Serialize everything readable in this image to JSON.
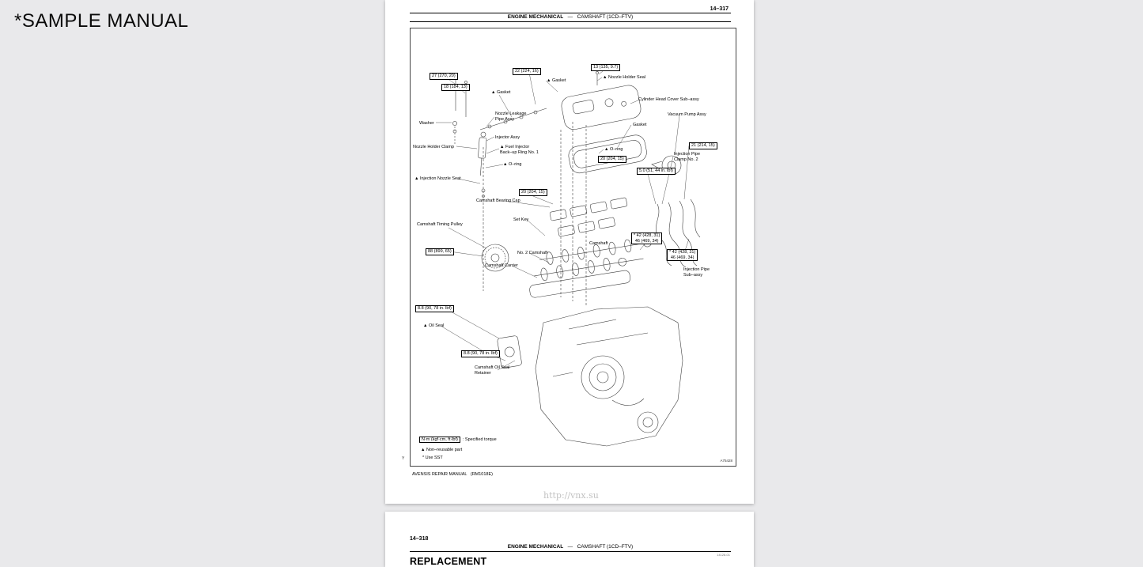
{
  "banner": "*SAMPLE MANUAL",
  "watermark": "http://vnx.su",
  "page1": {
    "page_number": "14–317",
    "header": {
      "section": "ENGINE MECHANICAL",
      "sep": "—",
      "topic": "CAMSHAFT (1CD–FTV)"
    },
    "labels": [
      {
        "text": "27 (270, 20)"
      },
      {
        "text": "18 (184, 13)"
      },
      {
        "text": "22 (224, 16)"
      },
      {
        "text": "13 (135, 9.7)"
      },
      {
        "text": "▲ Nozzle Holder Seal"
      },
      {
        "text": "▲ Gasket"
      },
      {
        "text": "▲ Gasket"
      },
      {
        "text": "Cylinder Head Cover Sub–assy"
      },
      {
        "text": "Vacuum Pump Assy"
      },
      {
        "text": "Nozzle Leakage\nPipe Assy"
      },
      {
        "text": "Gasket"
      },
      {
        "text": "Washer"
      },
      {
        "text": "Injector Assy"
      },
      {
        "text": "▲ Fuel Injector\nBack–up Ring No. 1"
      },
      {
        "text": "Nozzle Holder Clamp"
      },
      {
        "text": "▲ O–ring"
      },
      {
        "text": "20 (204, 15)"
      },
      {
        "text": "21 (214, 15)"
      },
      {
        "text": "Injection Pipe\nClamp No. 2"
      },
      {
        "text": "5.0 (51, 44 in. lbf)"
      },
      {
        "text": "▲ O–ring"
      },
      {
        "text": "▲ Injection Nozzle Seat"
      },
      {
        "text": "20 (204, 15)"
      },
      {
        "text": "Camshaft Bearing Cap"
      },
      {
        "text": "Set Key"
      },
      {
        "text": "Camshaft Timing Pulley"
      },
      {
        "text": "Camshaft"
      },
      {
        "text": "* 42 (428, 31)\n46 (469, 34)"
      },
      {
        "text": "88 (899, 65)"
      },
      {
        "text": "No. 2 Camshaft"
      },
      {
        "text": "* 42 (428, 31)\n46 (469, 34)"
      },
      {
        "text": "Camshaft Carrier"
      },
      {
        "text": "Injection Pipe\nSub–assy"
      },
      {
        "text": "8.8 (90, 78 in. lbf)"
      },
      {
        "text": "▲ Oil Seal"
      },
      {
        "text": "8.8 (90, 78 in. lbf)"
      },
      {
        "text": "Camshaft Oil Seal\nRetainer"
      }
    ],
    "legend": {
      "torque_box": "N·m (kgf·cm, ft·lbf)",
      "torque_text": ": Specified torque",
      "nonreusable": "▲ Non–reusable part",
      "sst": "* Use SST"
    },
    "figure_code": "A75428",
    "corner_mark": "Y",
    "footer": "AVENSIS REPAIR MANUAL   (RM1018E)"
  },
  "page2": {
    "page_number": "14–318",
    "header": {
      "section": "ENGINE MECHANICAL",
      "sep": "—",
      "topic": "CAMSHAFT (1CD–FTV)"
    },
    "section_code": "14128-01",
    "title": "REPLACEMENT"
  }
}
